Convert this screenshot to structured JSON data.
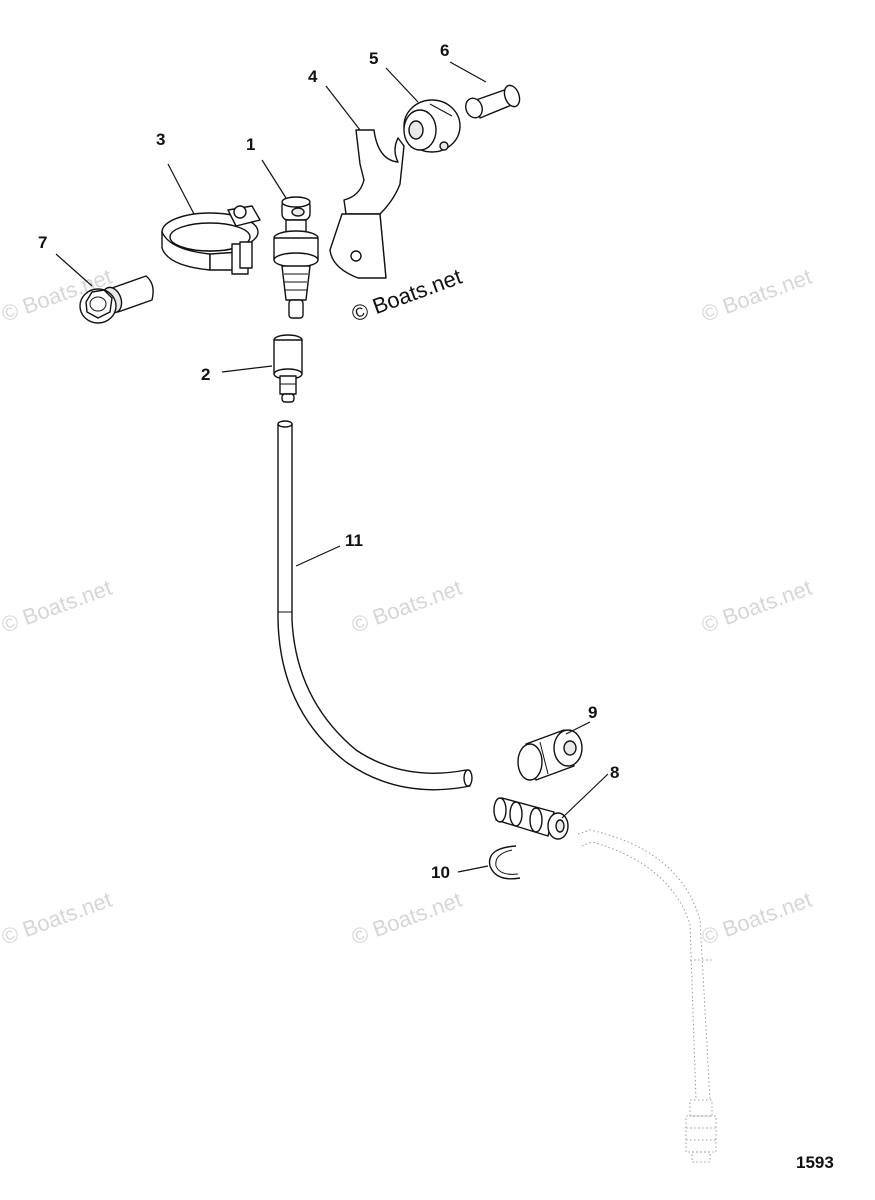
{
  "diagram": {
    "figure_number": "1593",
    "watermark": "© Boats.net",
    "callouts": [
      {
        "id": "1",
        "label": "1"
      },
      {
        "id": "2",
        "label": "2"
      },
      {
        "id": "3",
        "label": "3"
      },
      {
        "id": "4",
        "label": "4"
      },
      {
        "id": "5",
        "label": "5"
      },
      {
        "id": "6",
        "label": "6"
      },
      {
        "id": "7",
        "label": "7"
      },
      {
        "id": "8",
        "label": "8"
      },
      {
        "id": "9",
        "label": "9"
      },
      {
        "id": "10",
        "label": "10"
      },
      {
        "id": "11",
        "label": "11"
      }
    ]
  }
}
